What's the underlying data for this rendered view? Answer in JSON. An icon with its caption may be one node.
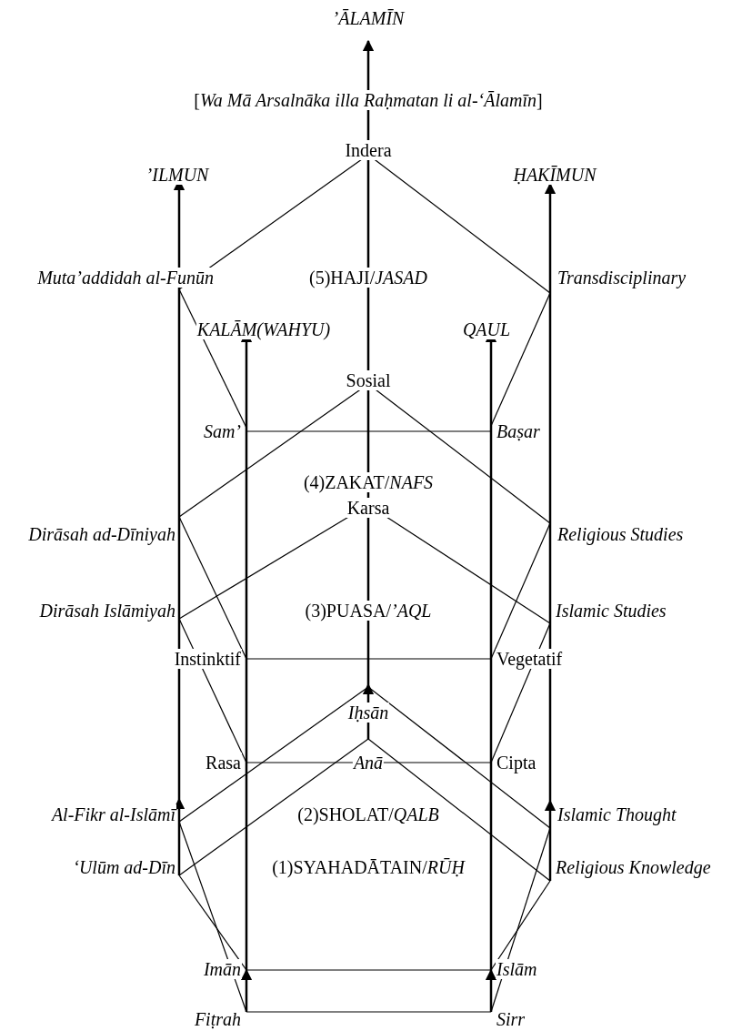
{
  "diagram": {
    "labels": [
      "’ĀLAMĪN",
      "[*Wa Mā Arsalnāka illa Raḥmatan li al-‘Ālamīn*]",
      "Indera",
      "’ILMUN",
      "ḤAKĪMUN",
      "Muta’addidah al-Funūn",
      "(5)HAJI/*JASAD*",
      "Transdisciplinary",
      "KALĀM(WAHYU)",
      "QAUL",
      "Sosial",
      "Sam’",
      "Baṣar",
      "(4)ZAKAT/*NAFS*",
      "Karsa",
      "Dirāsah ad-Dīniyah",
      "Religious Studies",
      "Dirāsah Islāmiyah",
      "(3)PUASA/*’AQL*",
      "Islamic Studies",
      "Instinktif",
      "Vegetatif",
      "Iḥsān",
      "Rasa",
      "Anā",
      "Cipta",
      "Al-Fikr al-Islāmī",
      "(2)SHOLAT/*QALB*",
      "Islamic Thought",
      "‘Ulūm ad-Dīn",
      "(1)SYAHADĀTAIN/*RŪḤ*",
      "Religious Knowledge",
      "Imān",
      "Islām",
      "Fiṭrah",
      "Sirr"
    ]
  }
}
